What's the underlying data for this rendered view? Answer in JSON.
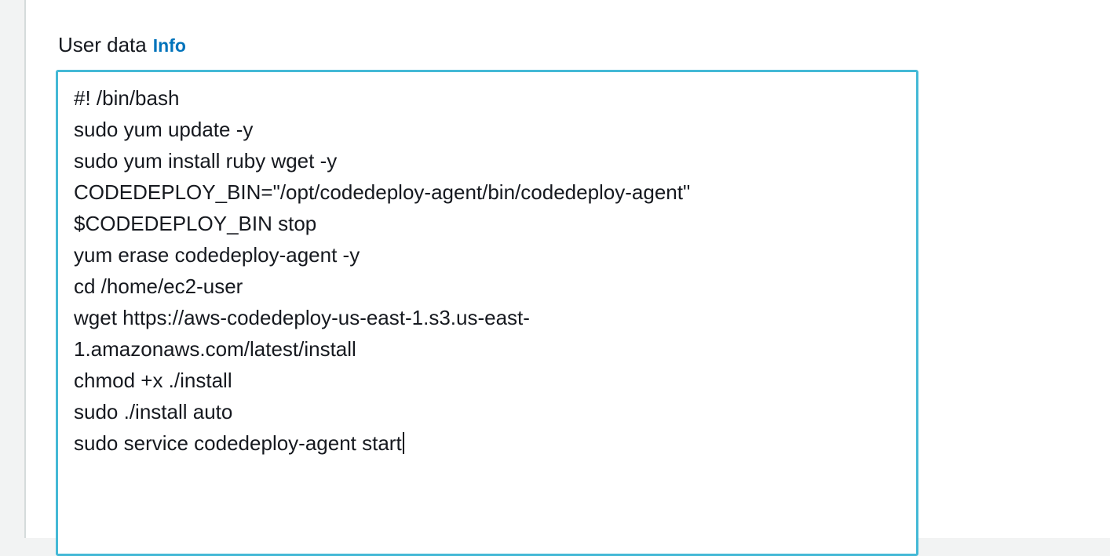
{
  "field": {
    "label": "User data",
    "info_link": "Info"
  },
  "user_data": {
    "lines": [
      "#! /bin/bash",
      "sudo yum update -y",
      "sudo yum install ruby wget -y",
      "CODEDEPLOY_BIN=\"/opt/codedeploy-agent/bin/codedeploy-agent\"",
      "$CODEDEPLOY_BIN stop",
      "yum erase codedeploy-agent -y",
      "cd /home/ec2-user",
      "wget https://aws-codedeploy-us-east-1.s3.us-east-",
      "1.amazonaws.com/latest/install",
      "chmod +x ./install",
      "sudo ./install auto",
      "sudo service codedeploy-agent start"
    ]
  },
  "colors": {
    "link": "#0073bb",
    "focus_border": "#44b9d6",
    "text": "#16191f"
  }
}
